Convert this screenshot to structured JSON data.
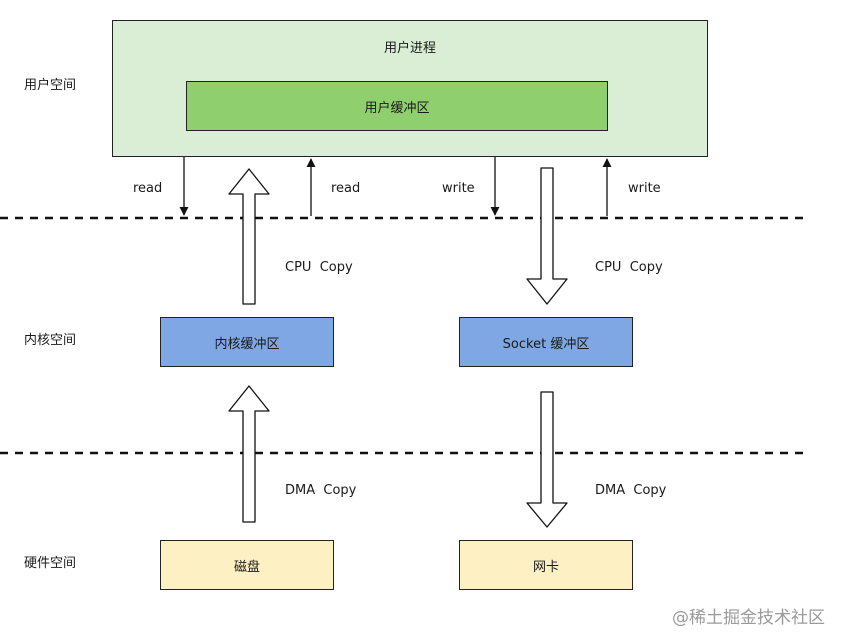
{
  "layers": {
    "user_space": "用户空间",
    "kernel_space": "内核空间",
    "hardware_space": "硬件空间"
  },
  "boxes": {
    "user_process": "用户进程",
    "user_buffer": "用户缓冲区",
    "kernel_buffer": "内核缓冲区",
    "socket_buffer": "Socket 缓冲区",
    "disk": "磁盘",
    "nic": "网卡"
  },
  "arrows": {
    "read_call": "read",
    "read_return": "read",
    "write_call": "write",
    "write_return": "write",
    "cpu_copy_read": "CPU  Copy",
    "cpu_copy_write": "CPU  Copy",
    "dma_copy_read": "DMA  Copy",
    "dma_copy_write": "DMA  Copy"
  },
  "watermark": "@稀土掘金技术社区",
  "colors": {
    "user_process_fill": "#d9eed5",
    "user_buffer_fill": "#8fcf6e",
    "kernel_fill": "#7ea7e3",
    "hardware_fill": "#fdf0c2"
  }
}
